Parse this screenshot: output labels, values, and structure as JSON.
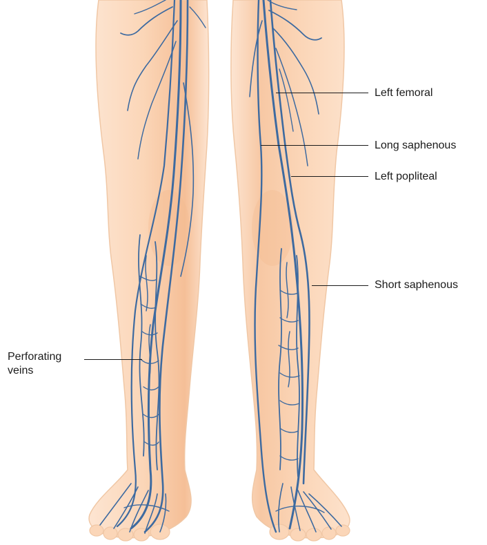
{
  "labels": {
    "left_femoral": "Left femoral",
    "long_saphenous": "Long saphenous",
    "left_popliteal": "Left popliteal",
    "short_saphenous": "Short saphenous",
    "perforating_line1": "Perforating",
    "perforating_line2": "veins"
  },
  "colors": {
    "skin": "#fbd9bd",
    "skin_shadow": "#f3b98f",
    "skin_outline": "#f0c7a5",
    "vein": "#3d6aa0",
    "vein_dark": "#2c5486",
    "leader_line": "#1a1a1a"
  }
}
